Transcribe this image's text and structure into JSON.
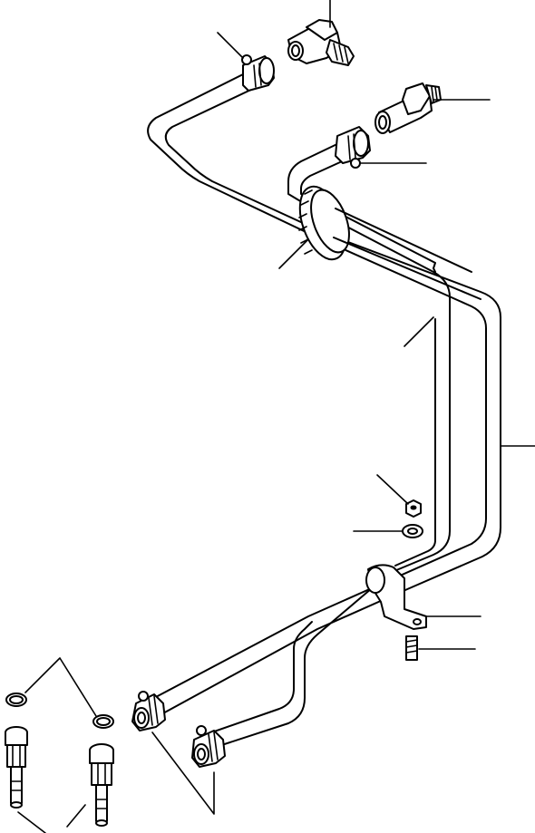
{
  "diagram": {
    "parts": [
      {
        "name": "elbow-fitting"
      },
      {
        "name": "straight-fitting"
      },
      {
        "name": "hose-clamp-upper-left"
      },
      {
        "name": "hose-clamp-upper-right"
      },
      {
        "name": "grommet"
      },
      {
        "name": "inner-hose"
      },
      {
        "name": "outer-hose"
      },
      {
        "name": "nut"
      },
      {
        "name": "washer"
      },
      {
        "name": "bracket-clamp"
      },
      {
        "name": "bolt"
      },
      {
        "name": "hose-clamps-lower"
      },
      {
        "name": "o-rings"
      },
      {
        "name": "hose-nipples"
      }
    ]
  }
}
